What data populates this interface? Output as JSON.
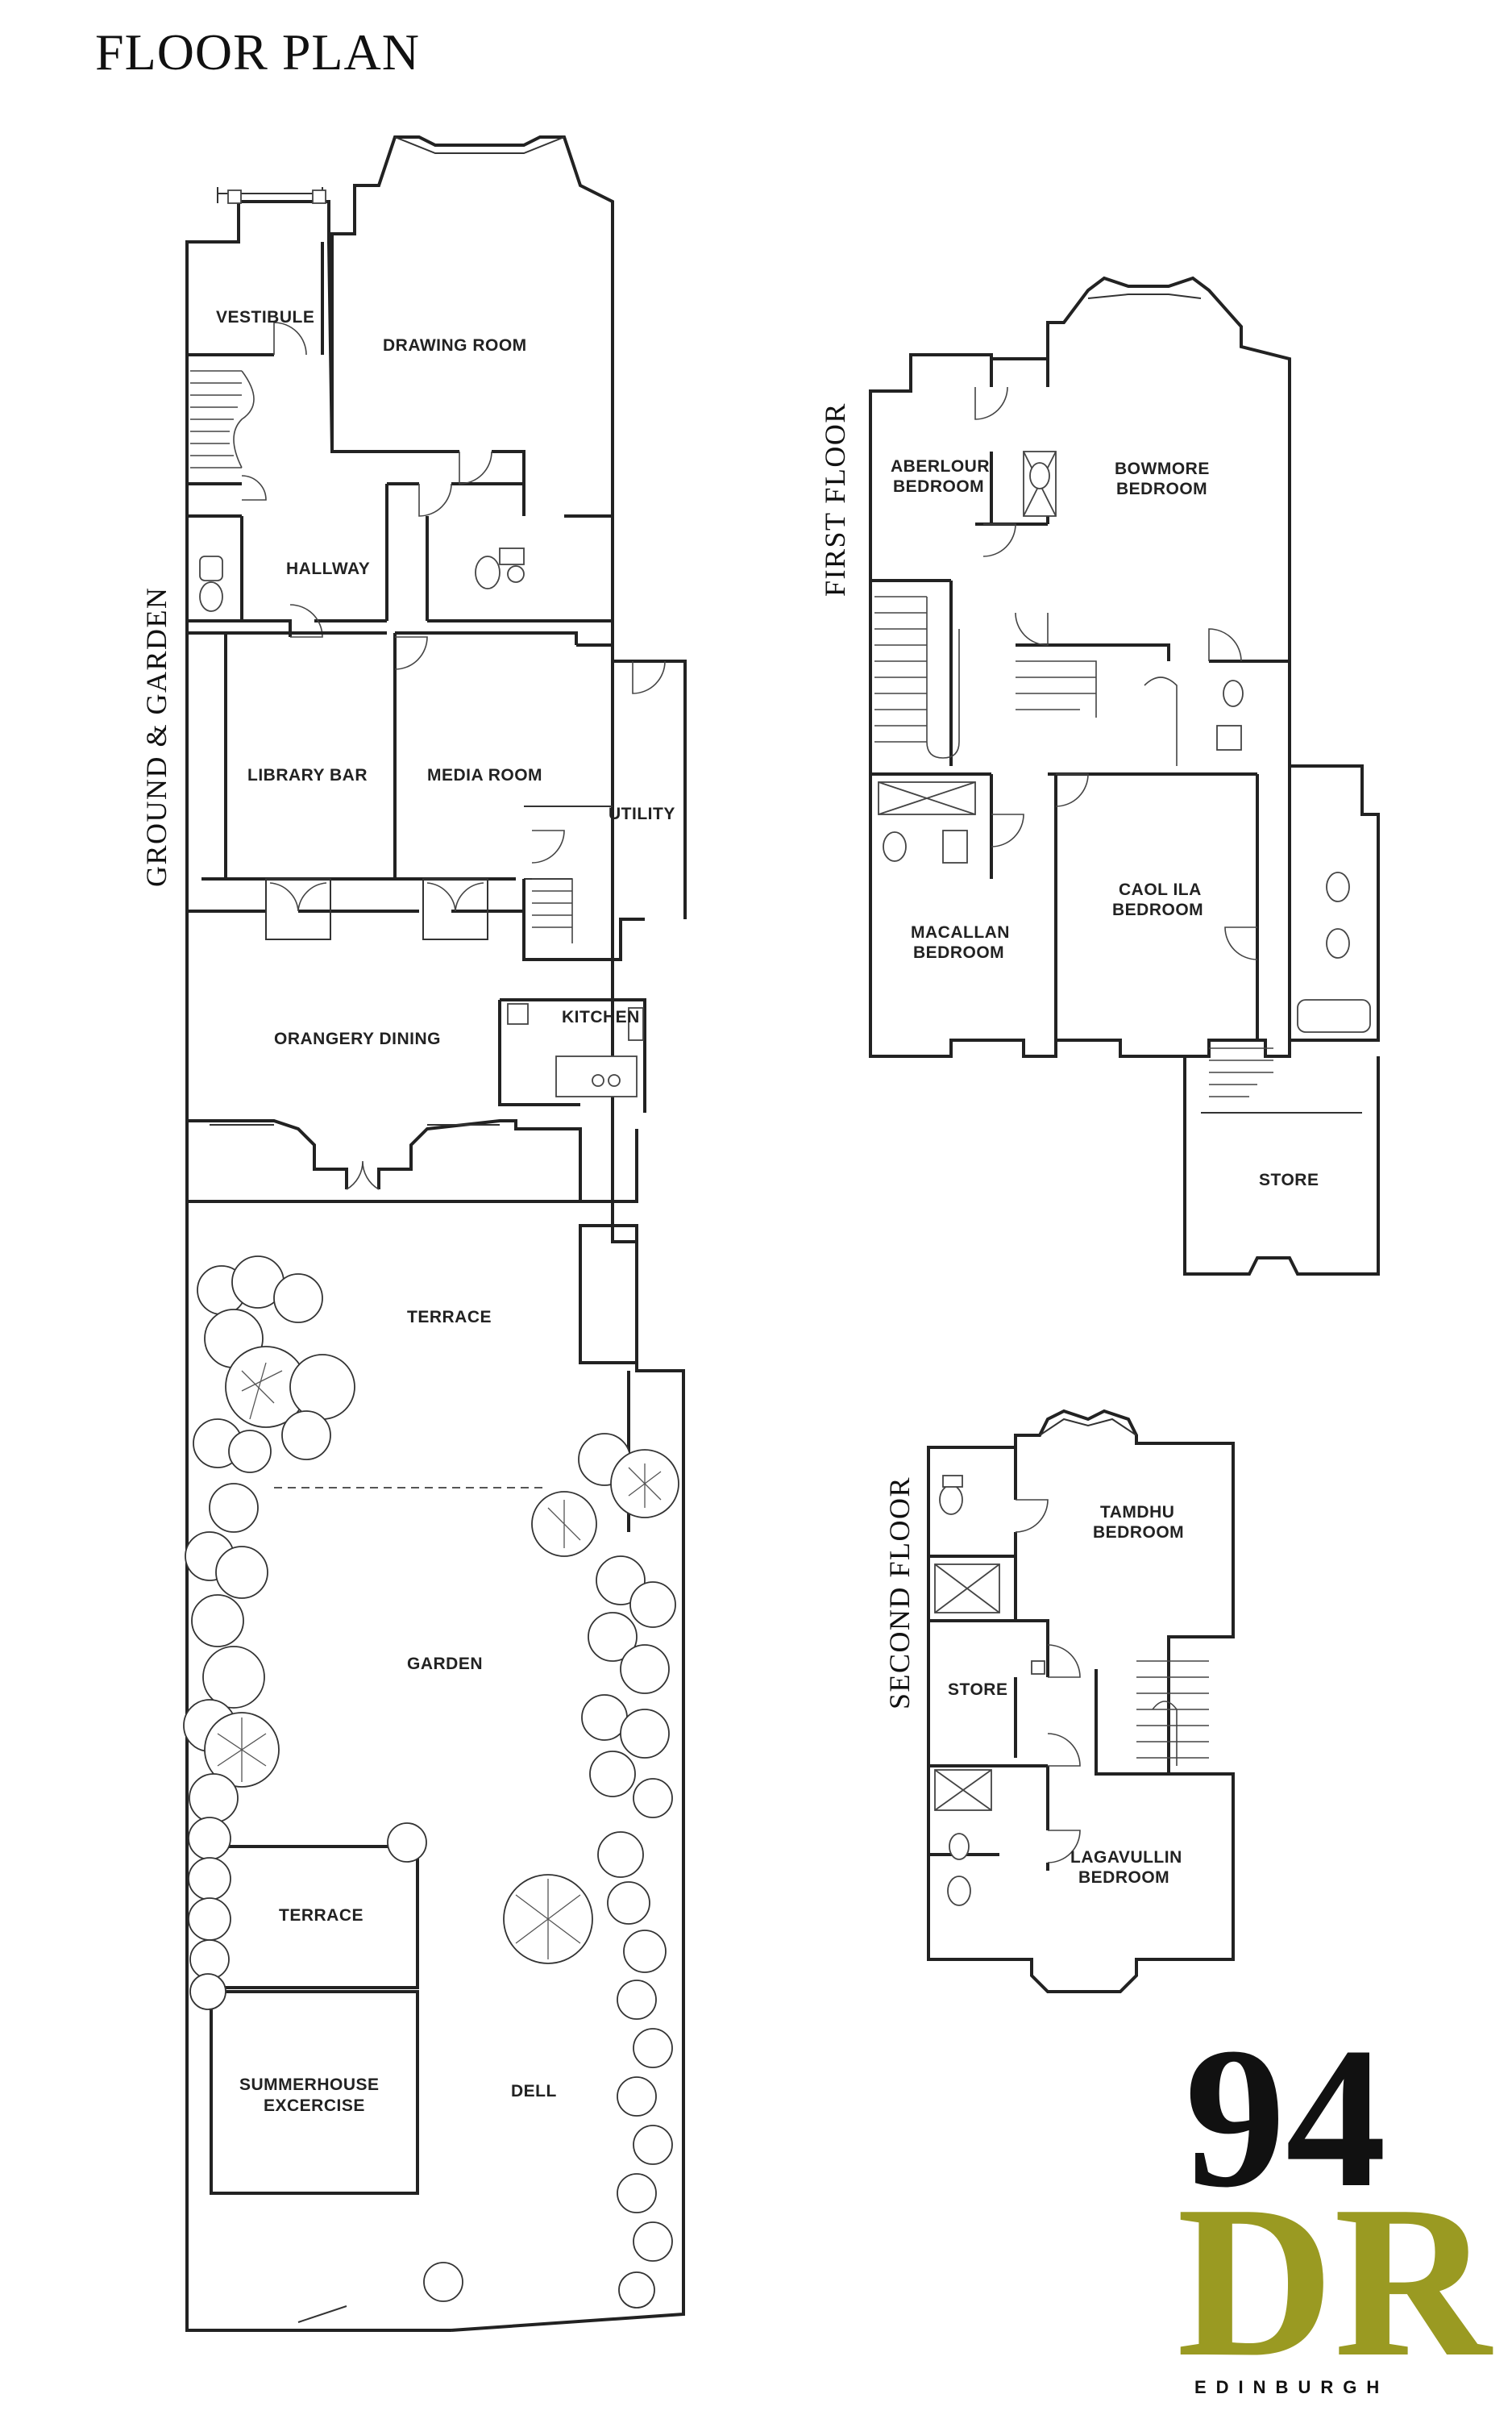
{
  "title": "FLOOR PLAN",
  "floors": {
    "ground": "GROUND & GARDEN",
    "first": "FIRST FLOOR",
    "second": "SECOND FLOOR"
  },
  "rooms": {
    "vestibule": "VESTIBULE",
    "drawing_room": "DRAWING ROOM",
    "hallway": "HALLWAY",
    "library_bar": "LIBRARY BAR",
    "media_room": "MEDIA ROOM",
    "utility": "UTILITY",
    "kitchen": "KITCHEN",
    "orangery_dining": "ORANGERY DINING",
    "terrace_upper": "TERRACE",
    "garden": "GARDEN",
    "terrace_lower": "TERRACE",
    "summerhouse_line1": "SUMMERHOUSE",
    "summerhouse_line2": "EXCERCISE",
    "dell": "DELL",
    "aberlour_line1": "ABERLOUR",
    "aberlour_line2": "BEDROOM",
    "bowmore_line1": "BOWMORE",
    "bowmore_line2": "BEDROOM",
    "macallan_line1": "MACALLAN",
    "macallan_line2": "BEDROOM",
    "caolila_line1": "CAOL ILA",
    "caolila_line2": "BEDROOM",
    "store_first": "STORE",
    "tamdhu_line1": "TAMDHU",
    "tamdhu_line2": "BEDROOM",
    "store_second": "STORE",
    "lagavullin_line1": "LAGAVULLIN",
    "lagavullin_line2": "BEDROOM"
  },
  "logo": {
    "number": "94",
    "letters": "DR",
    "city": "EDINBURGH",
    "accent_color": "#9a9a22"
  }
}
